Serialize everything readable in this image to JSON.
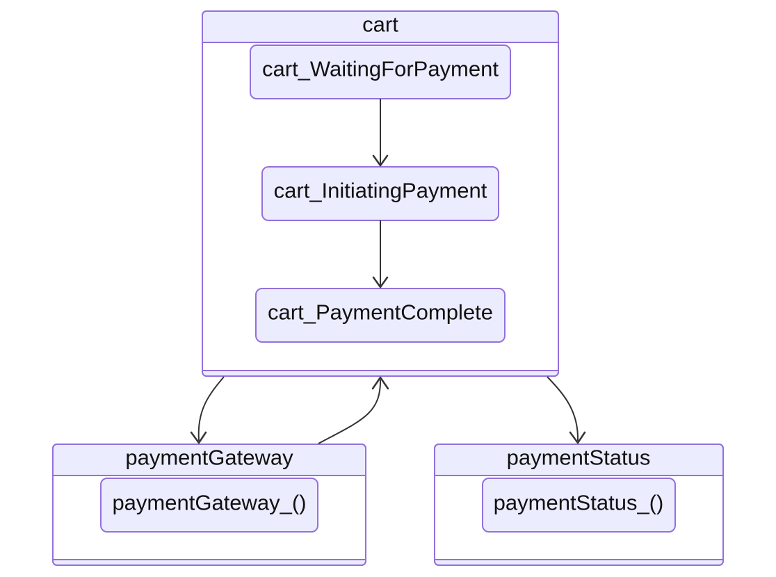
{
  "diagram": {
    "type": "state-diagram",
    "composites": {
      "cart": {
        "title": "cart"
      },
      "paymentGateway": {
        "title": "paymentGateway"
      },
      "paymentStatus": {
        "title": "paymentStatus"
      }
    },
    "states": {
      "cart_waiting": {
        "label": "cart_WaitingForPayment"
      },
      "cart_initiating": {
        "label": "cart_InitiatingPayment"
      },
      "cart_complete": {
        "label": "cart_PaymentComplete"
      },
      "gateway_inner": {
        "label": "paymentGateway_()"
      },
      "status_inner": {
        "label": "paymentStatus_()"
      }
    },
    "transitions": [
      {
        "from": "cart_WaitingForPayment",
        "to": "cart_InitiatingPayment"
      },
      {
        "from": "cart_InitiatingPayment",
        "to": "cart_PaymentComplete"
      },
      {
        "from": "cart",
        "to": "paymentGateway"
      },
      {
        "from": "paymentGateway",
        "to": "cart"
      },
      {
        "from": "cart",
        "to": "paymentStatus"
      }
    ],
    "colors": {
      "node_fill": "#ececff",
      "node_stroke": "#9370db",
      "edge": "#333333"
    }
  }
}
